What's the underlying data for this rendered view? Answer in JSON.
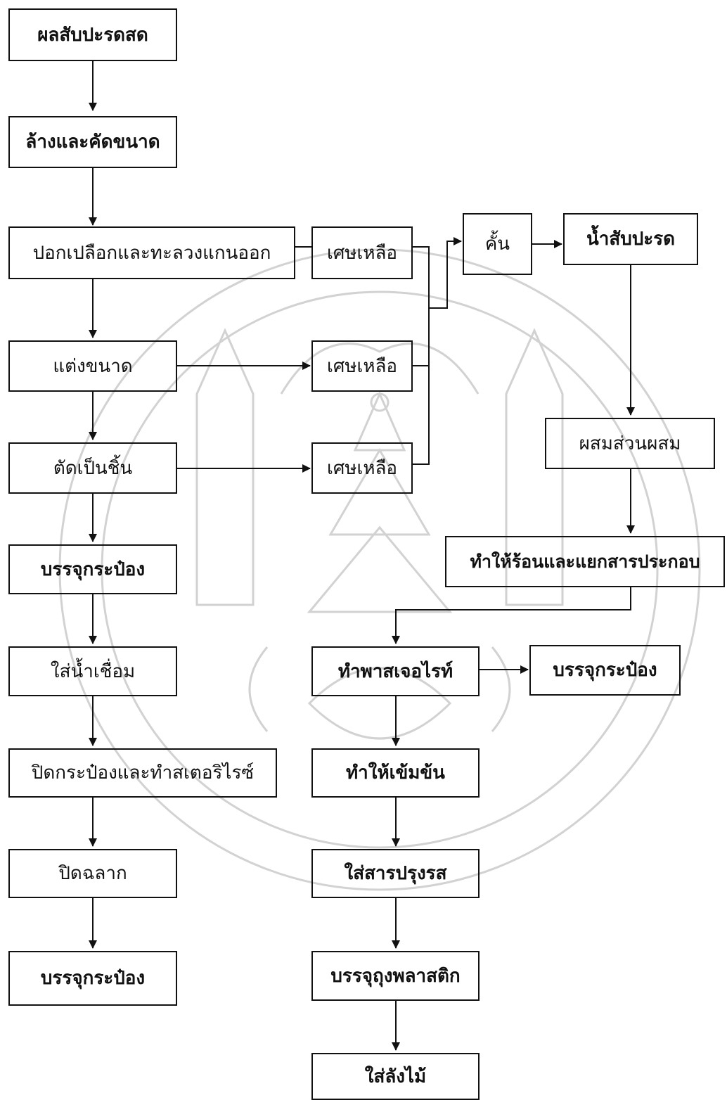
{
  "diagram": {
    "colors": {
      "line": "#111111",
      "watermark": "#d2d2d2"
    },
    "left_column": [
      "ผลสับปะรดสด",
      "ล้างและคัดขนาด",
      "ปอกเปลือกและทะลวงแกนออก",
      "แต่งขนาด",
      "ตัดเป็นชิ้น",
      "บรรจุกระป๋อง",
      "ใส่น้ำเชื่อม",
      "ปิดกระป๋องและทำสเตอริไรซ์",
      "ปิดฉลาก",
      "บรรจุกระป๋อง"
    ],
    "waste": [
      "เศษเหลือ",
      "เศษเหลือ",
      "เศษเหลือ"
    ],
    "juice": {
      "press": "คั้น",
      "juice": "น้ำสับปะรด",
      "mix": "ผสมส่วนผสม",
      "heat": "ทำให้ร้อนและแยกสารประกอบ",
      "canning": "บรรจุกระป๋อง"
    },
    "center_column": [
      "ทำพาสเจอไรท์",
      "ทำให้เข้มข้น",
      "ใส่สารปรุงรส",
      "บรรจุถุงพลาสติก",
      "ใส่ลังไม้"
    ]
  }
}
